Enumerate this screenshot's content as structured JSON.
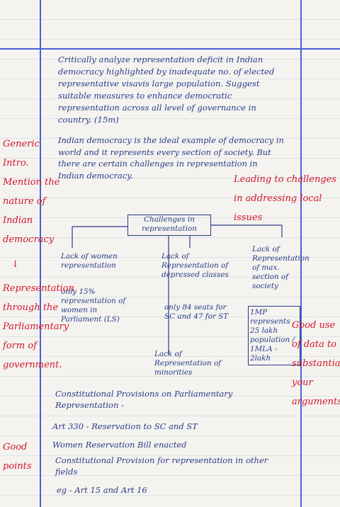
{
  "question": {
    "text": "Critically analyze representation deficit in Indian democracy highlighted by inadequate no. of elected representative visavis large population. Suggest suitable measures to enhance democratic representation across all level of governance in country. (15m)"
  },
  "intro": {
    "text": "Indian democracy is the ideal example of democracy in world and it represents every section of society. But there are certain challenges in representation in Indian democracy."
  },
  "diagram": {
    "center": "Challenges in representation",
    "left": {
      "title": "Lack of women representation",
      "point": "only 15% representation of women in Parliament (LS)"
    },
    "middle": {
      "title": "Lack of Representation of depressed classes",
      "point": "only 84 seats for SC and 47 for ST",
      "bottom": "Lack of Representation of minorities"
    },
    "right": {
      "title": "Lack of Representation of max. section of society",
      "box": "1MP represents 25 lakh population / 1MLA - 2lakh"
    }
  },
  "section": {
    "heading": "Constitutional Provisions on Parliamentary Representation -",
    "bullets": [
      "Art 330 - Reservation to SC and ST",
      "Women Reservation Bill enacted"
    ],
    "heading2": "Constitutional Provision for representation in other fields",
    "eg": "eg - Art 15 and Art 16"
  },
  "remarks": {
    "left": "Generic Intro. Mention the nature of Indian democracy",
    "left_arrow": "↓",
    "left2": "Representation through the Parliamentary form of government.",
    "left3": "Good points",
    "right_top": "Leading to challenges in addressing local issues",
    "right_mid": "Good use of data to substantiate your arguments"
  }
}
